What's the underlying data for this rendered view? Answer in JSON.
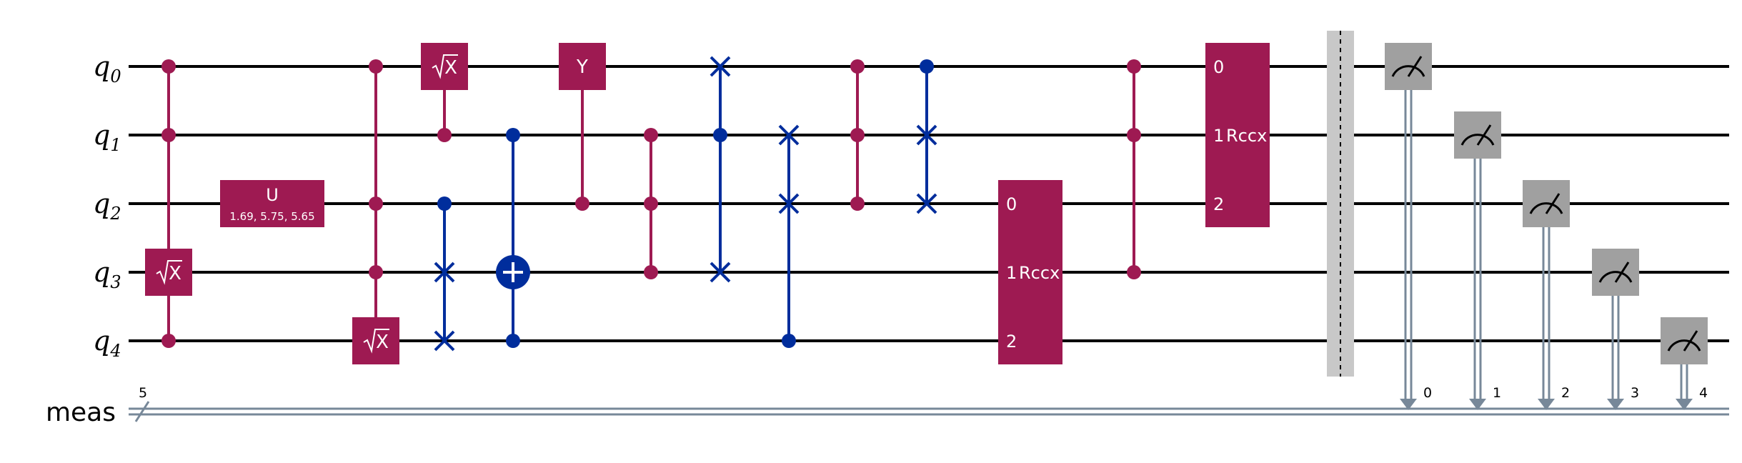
{
  "colors": {
    "magenta": "#9E1A52",
    "blue": "#002D9C",
    "gray": "#A0A0A0",
    "classical": "#778899",
    "barrier": "#C8C8C8"
  },
  "qubits": [
    {
      "name": "q",
      "index": "0"
    },
    {
      "name": "q",
      "index": "1"
    },
    {
      "name": "q",
      "index": "2"
    },
    {
      "name": "q",
      "index": "3"
    },
    {
      "name": "q",
      "index": "4"
    }
  ],
  "classical": {
    "label": "meas",
    "size": "5",
    "bits": [
      "0",
      "1",
      "2",
      "3",
      "4"
    ]
  },
  "gates": [
    {
      "kind": "control-line",
      "color": "magenta",
      "col": 0,
      "qubits": [
        0,
        1,
        4
      ],
      "target": 3
    },
    {
      "kind": "box",
      "color": "magenta",
      "col": 0,
      "qubit": 3,
      "label": "√X"
    },
    {
      "kind": "box",
      "color": "magenta",
      "col": 1,
      "qubit": 2,
      "label": "U",
      "param": "1.69, 5.75, 5.65",
      "wide": true
    },
    {
      "kind": "control-line",
      "color": "magenta",
      "col": 2,
      "qubits": [
        0,
        2,
        3
      ],
      "target": 4
    },
    {
      "kind": "box",
      "color": "magenta",
      "col": 2,
      "qubit": 4,
      "label": "√X"
    },
    {
      "kind": "control-line",
      "color": "magenta",
      "col": 3,
      "qubits": [
        1
      ],
      "target": 0
    },
    {
      "kind": "box",
      "color": "magenta",
      "col": 3,
      "qubit": 0,
      "label": "√X"
    },
    {
      "kind": "cswap",
      "color": "blue",
      "col": 3,
      "control": 2,
      "swaps": [
        3,
        4
      ]
    },
    {
      "kind": "cx",
      "color": "blue",
      "col": 4,
      "controls": [
        1,
        4
      ],
      "target": 3
    },
    {
      "kind": "control-line",
      "color": "magenta",
      "col": 5,
      "qubits": [
        2
      ],
      "target": 0
    },
    {
      "kind": "box",
      "color": "magenta",
      "col": 5,
      "qubit": 0,
      "label": "Y"
    },
    {
      "kind": "control-line",
      "color": "magenta",
      "col": 6,
      "qubits": [
        1,
        2,
        3
      ],
      "target": null
    },
    {
      "kind": "cswap",
      "color": "blue",
      "col": 7,
      "control": 1,
      "swaps": [
        0,
        3
      ]
    },
    {
      "kind": "cswap",
      "color": "blue",
      "col": 8,
      "control": 4,
      "swaps": [
        1,
        2
      ]
    },
    {
      "kind": "control-line",
      "color": "magenta",
      "col": 9,
      "qubits": [
        0,
        1,
        2
      ],
      "target": null
    },
    {
      "kind": "cswap",
      "color": "blue",
      "col": 10,
      "control": 0,
      "swaps": [
        1,
        2
      ]
    },
    {
      "kind": "multibox",
      "color": "magenta",
      "col": 11,
      "qubits": [
        2,
        3,
        4
      ],
      "label": "Rccx",
      "ports": [
        "0",
        "1",
        "2"
      ]
    },
    {
      "kind": "control-line",
      "color": "magenta",
      "col": 12,
      "qubits": [
        0,
        1,
        3
      ],
      "target": null
    },
    {
      "kind": "multibox",
      "color": "magenta",
      "col": 13,
      "qubits": [
        0,
        1,
        2
      ],
      "label": "Rccx",
      "ports": [
        "0",
        "1",
        "2"
      ]
    },
    {
      "kind": "barrier",
      "col": 14,
      "qubits": [
        0,
        1,
        2,
        3,
        4
      ]
    },
    {
      "kind": "measure",
      "col": 15,
      "qubit": 0,
      "bit": 0
    },
    {
      "kind": "measure",
      "col": 16,
      "qubit": 1,
      "bit": 1
    },
    {
      "kind": "measure",
      "col": 17,
      "qubit": 2,
      "bit": 2
    },
    {
      "kind": "measure",
      "col": 18,
      "qubit": 3,
      "bit": 3
    },
    {
      "kind": "measure",
      "col": 19,
      "qubit": 4,
      "bit": 4
    }
  ]
}
